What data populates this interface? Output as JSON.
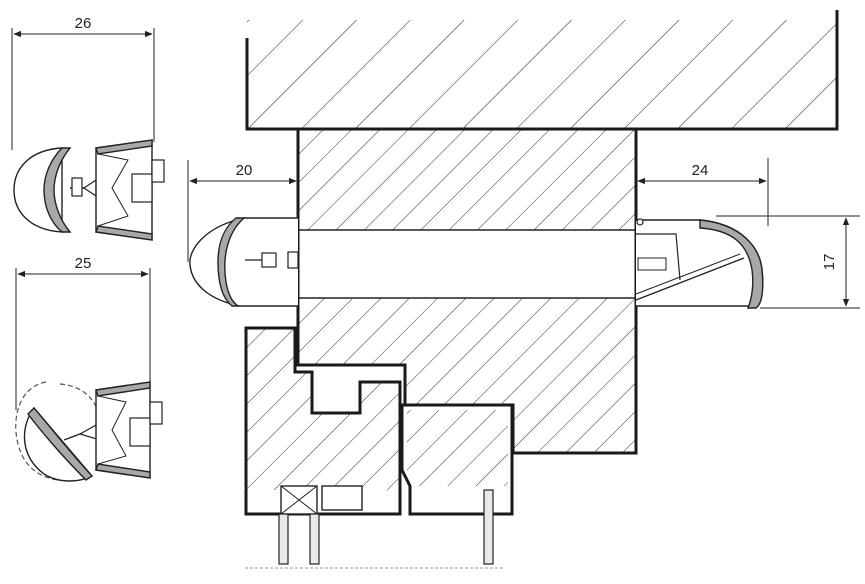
{
  "dimensions": {
    "detail_top_width": "26",
    "detail_bottom_width": "25",
    "left_projection": "20",
    "right_projection": "24",
    "height": "17"
  }
}
